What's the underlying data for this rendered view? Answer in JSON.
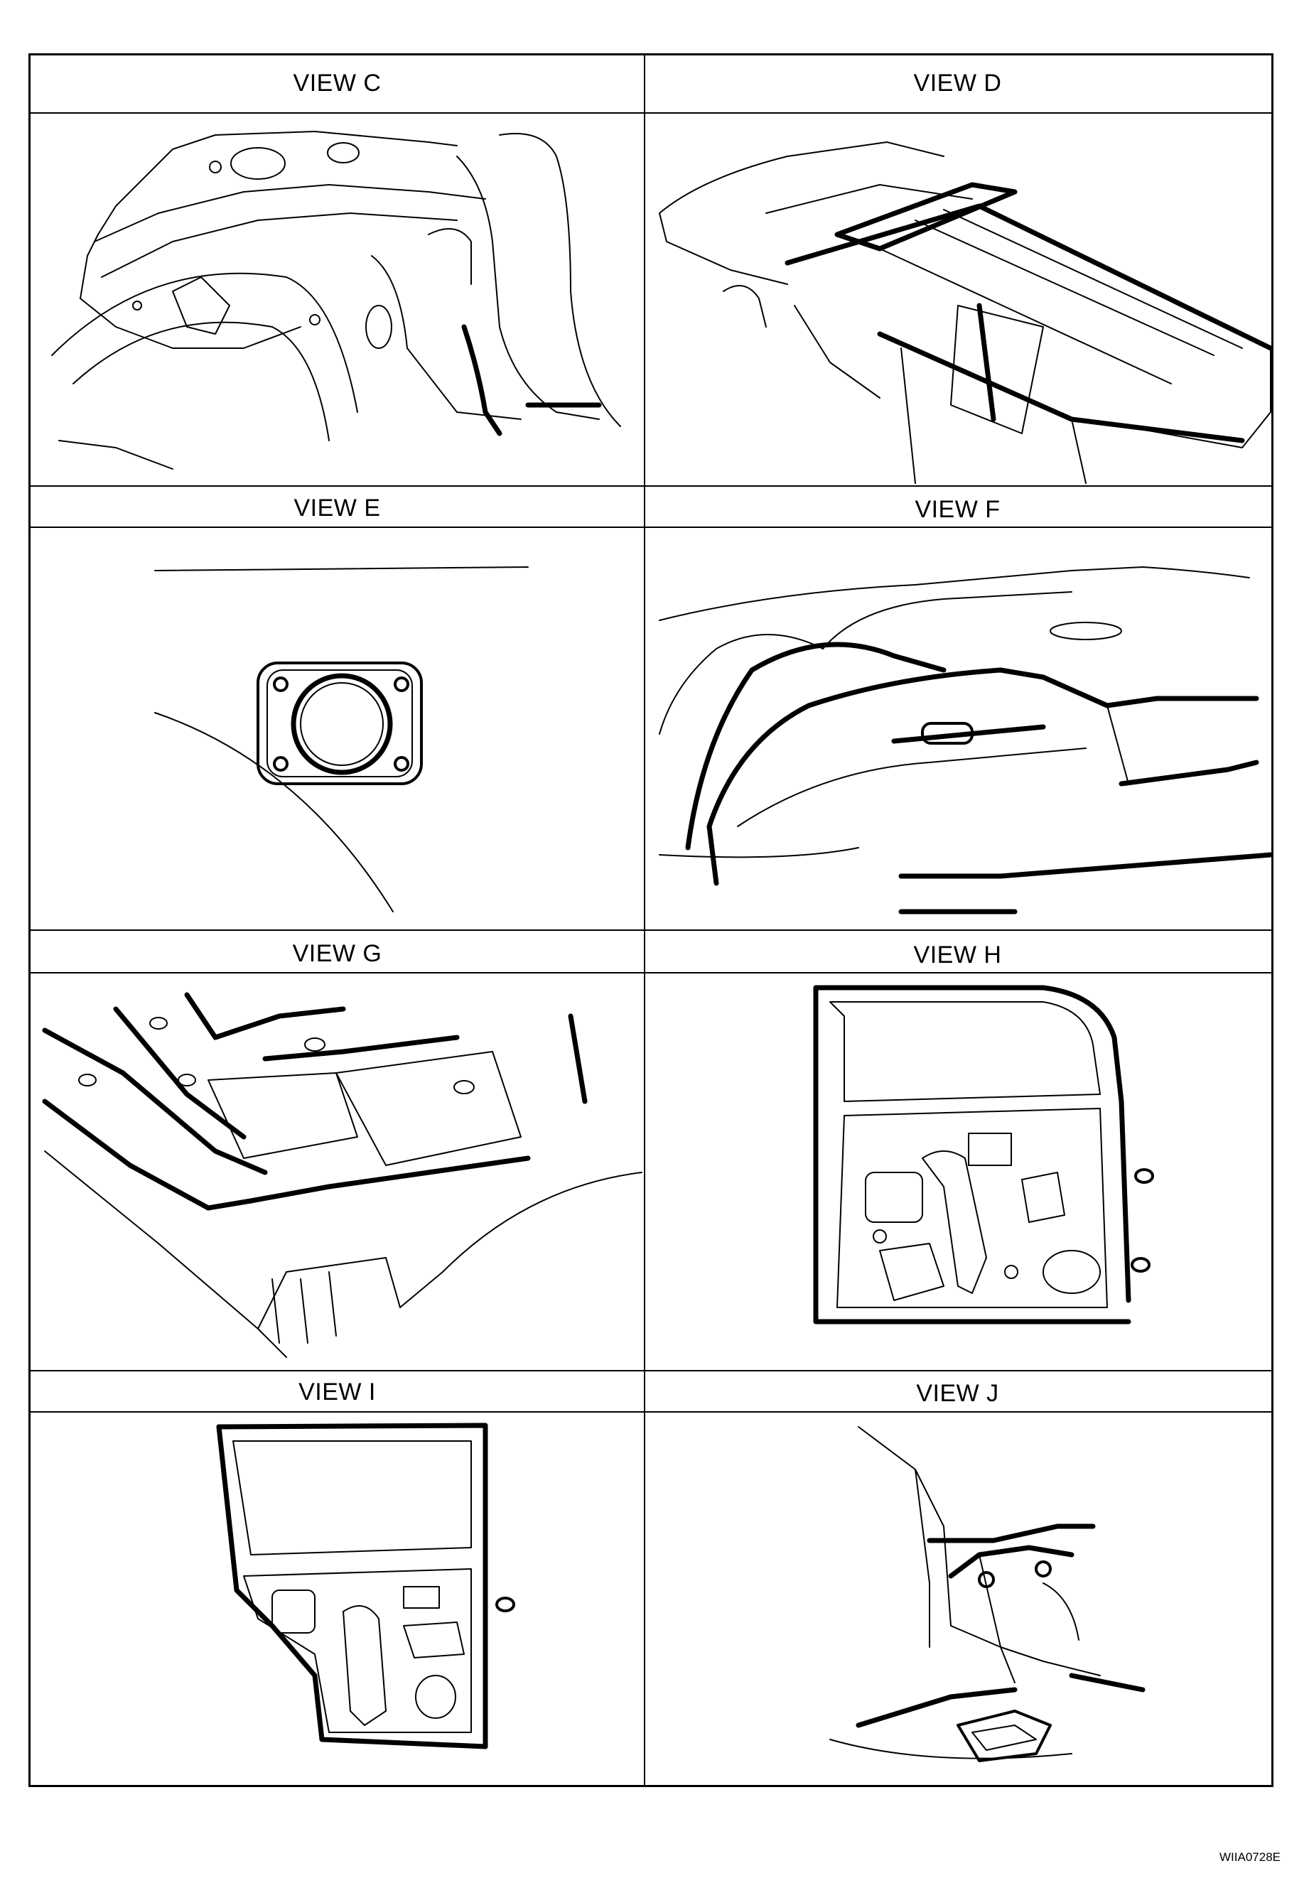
{
  "views": [
    {
      "id": "C",
      "title": "VIEW C"
    },
    {
      "id": "D",
      "title": "VIEW D"
    },
    {
      "id": "E",
      "title": "VIEW E"
    },
    {
      "id": "F",
      "title": "VIEW F"
    },
    {
      "id": "G",
      "title": "VIEW G"
    },
    {
      "id": "H",
      "title": "VIEW H"
    },
    {
      "id": "I",
      "title": "VIEW I"
    },
    {
      "id": "J",
      "title": "VIEW J"
    }
  ],
  "figure_code": "WIIA0728E"
}
